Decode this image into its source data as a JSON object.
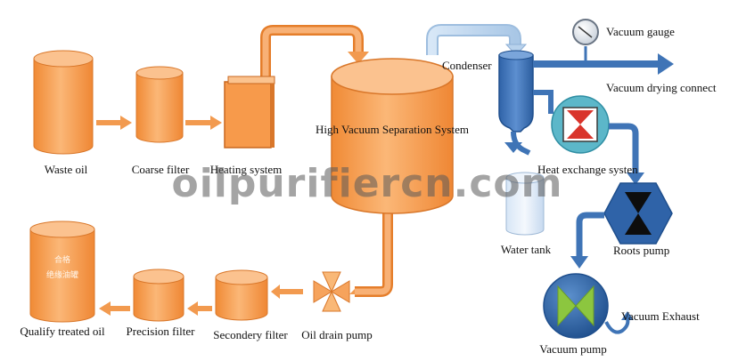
{
  "colors": {
    "orange": "#f7a35c",
    "orange_dark": "#d8792c",
    "blue": "#3f74b6",
    "blue_light": "#c4d9ef",
    "teal": "#5cb7c9",
    "navy": "#1f3553",
    "green": "#8cc63f"
  },
  "labels": {
    "waste_oil": "Waste oil",
    "coarse_filter": "Coarse filter",
    "heating_system": "Heating system",
    "separation_system": "High Vacuum Separation System",
    "condenser": "Condenser",
    "vacuum_gauge": "Vacuum gauge",
    "vacuum_drying_connect": "Vacuum drying connect",
    "heat_exchange_system": "Heat exchange systen",
    "water_tank": "Water tank",
    "roots_pump": "Roots pump",
    "vacuum_exhaust": "Vacuum Exhaust",
    "vacuum_pump": "Vacuum pump",
    "oil_drain_pump": "Oil drain pump",
    "secondary_filter": "Secondery filter",
    "precision_filter": "Precision filter",
    "qualify_treated_oil": "Qualify treated oil",
    "tank_text_line1": "合格",
    "tank_text_line2": "绝缘油罐"
  },
  "watermark": "oilpurifiercn.com",
  "icons": [
    "vacuum-gauge-icon",
    "heat-exchanger-icon",
    "roots-pump-icon",
    "vacuum-pump-icon",
    "oil-drain-pump-icon"
  ]
}
